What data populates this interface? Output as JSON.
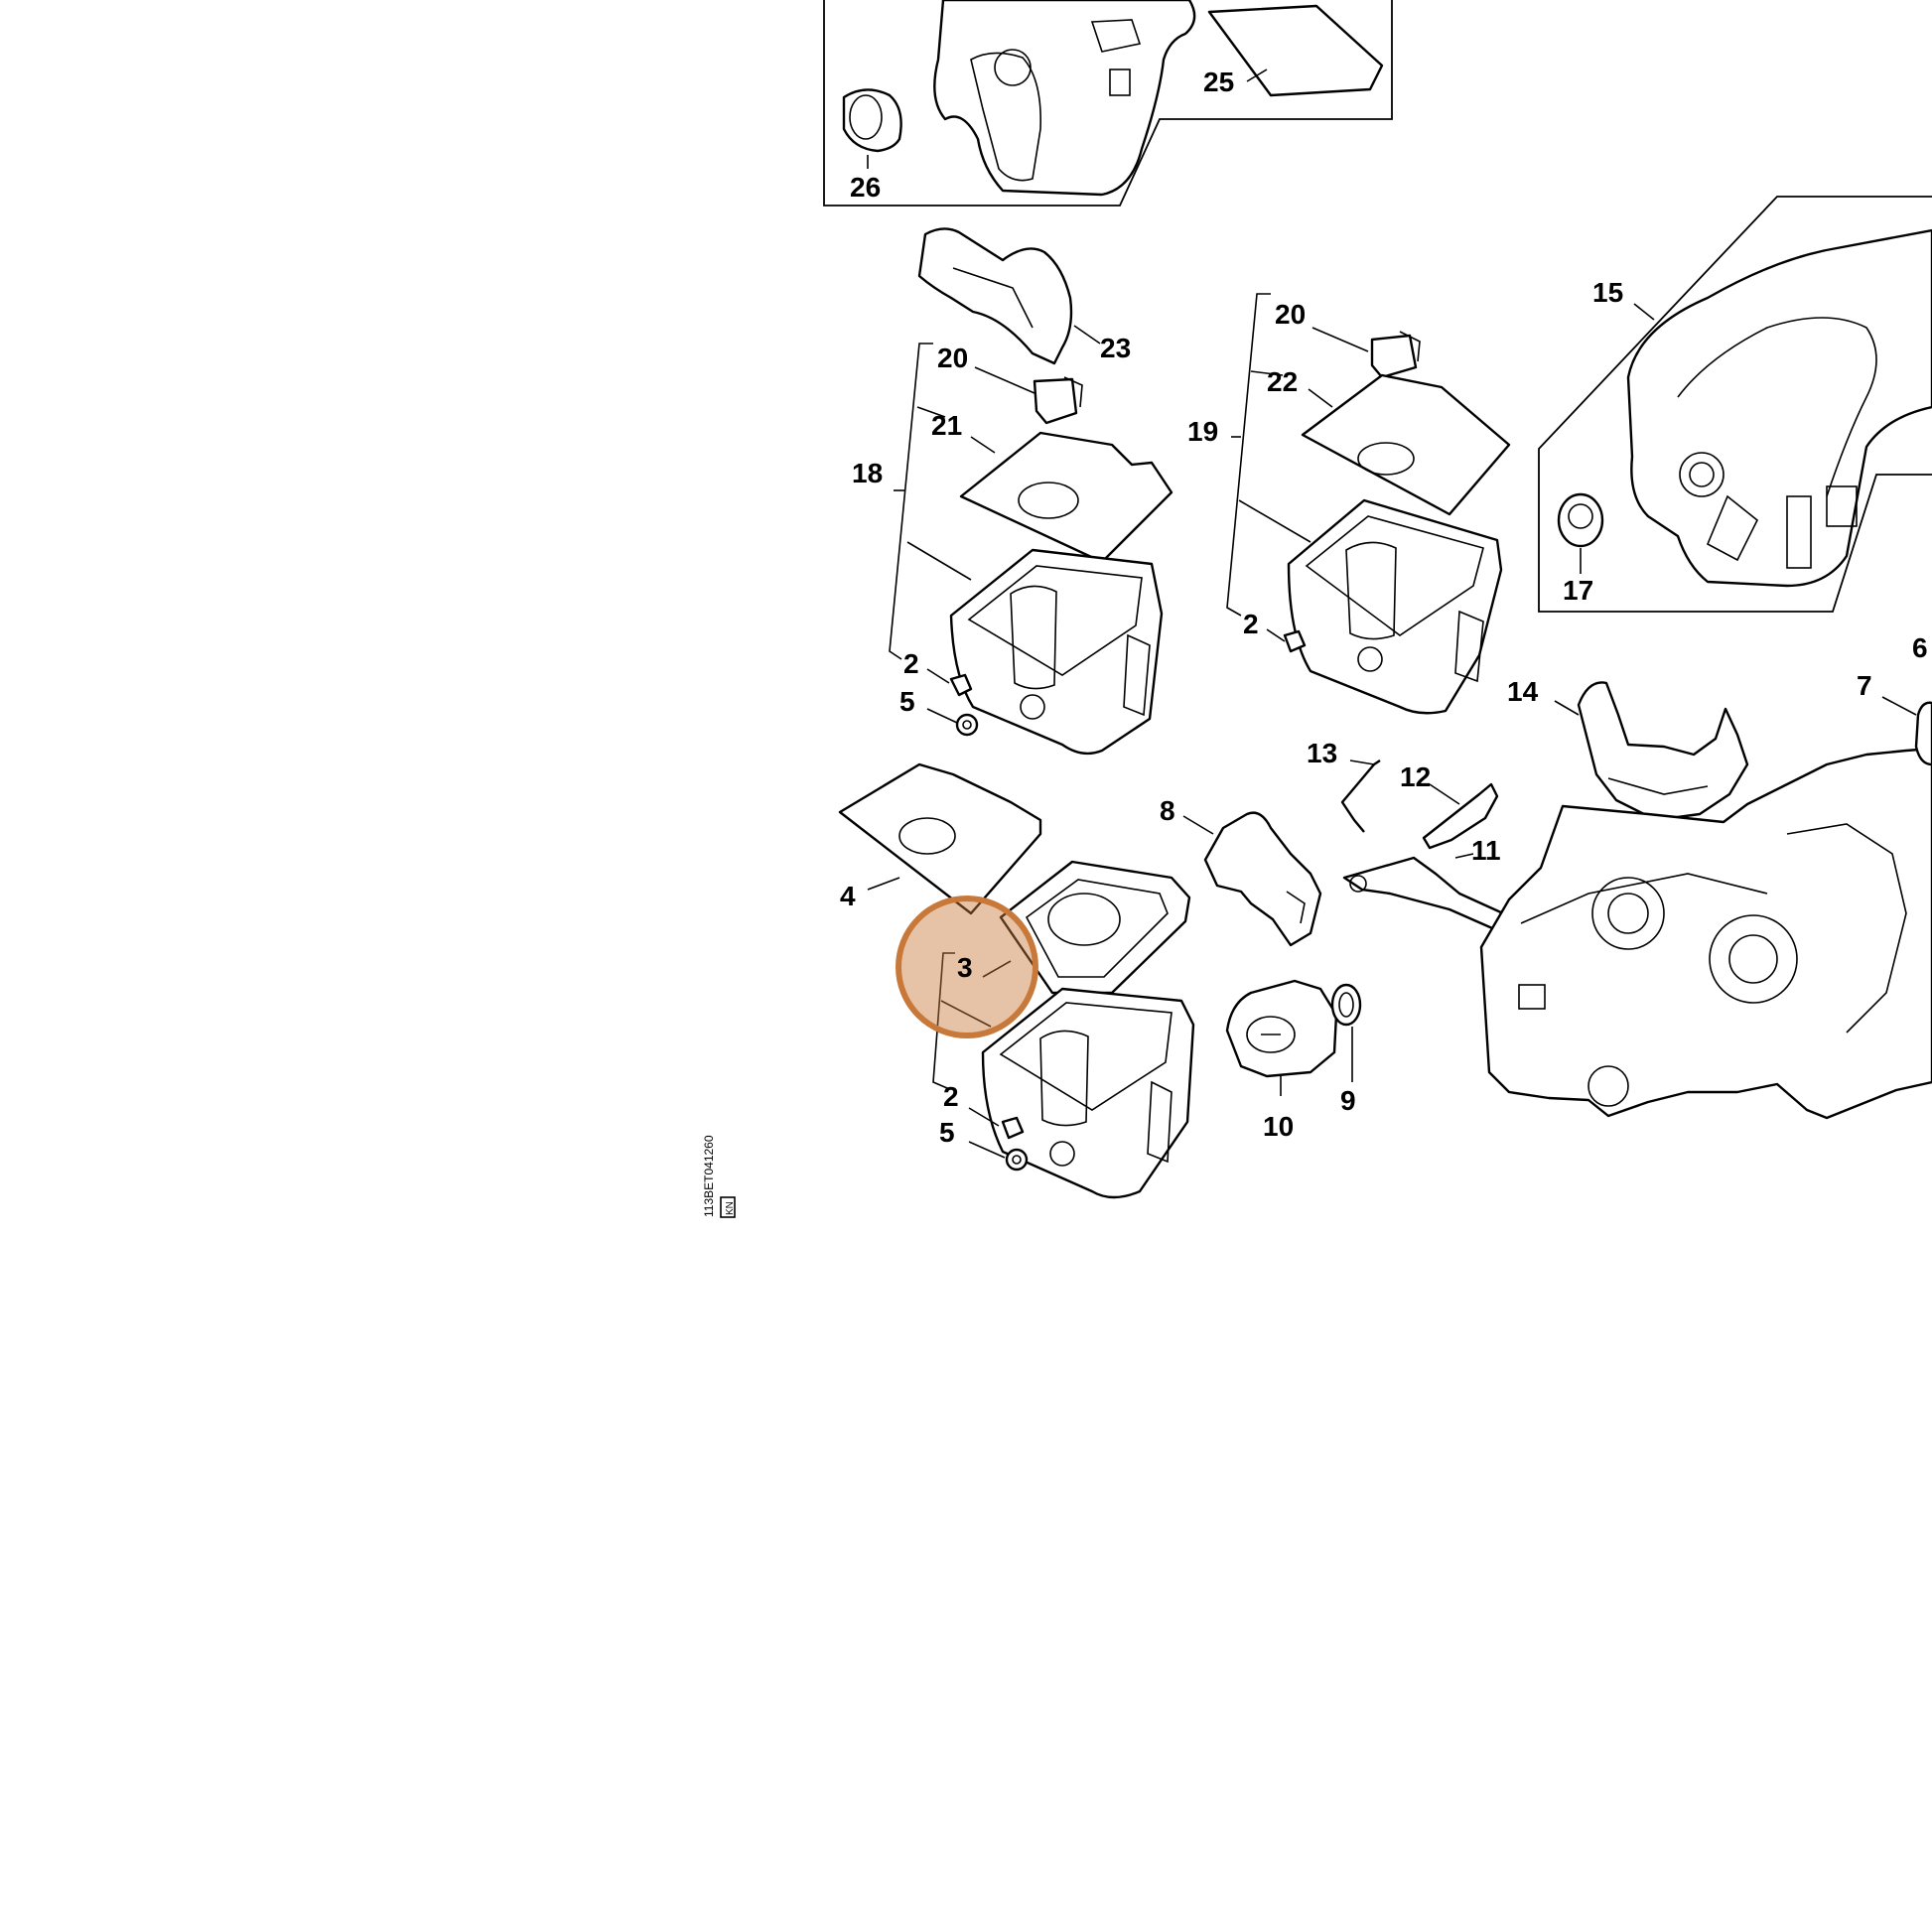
{
  "diagram": {
    "figure_code": "113BET041260",
    "figure_code_suffix": "KN",
    "highlight_color": "#c8793a",
    "highlighted_callout": "3",
    "callouts": {
      "c2a": "2",
      "c2b": "2",
      "c2c": "2",
      "c3": "3",
      "c4": "4",
      "c5a": "5",
      "c5b": "5",
      "c6": "6",
      "c7": "7",
      "c8": "8",
      "c9": "9",
      "c10": "10",
      "c11": "11",
      "c12": "12",
      "c13": "13",
      "c14": "14",
      "c15": "15",
      "c17": "17",
      "c18": "18",
      "c19": "19",
      "c20a": "20",
      "c20b": "20",
      "c21": "21",
      "c22": "22",
      "c23": "23",
      "c25": "25",
      "c26": "26"
    }
  }
}
